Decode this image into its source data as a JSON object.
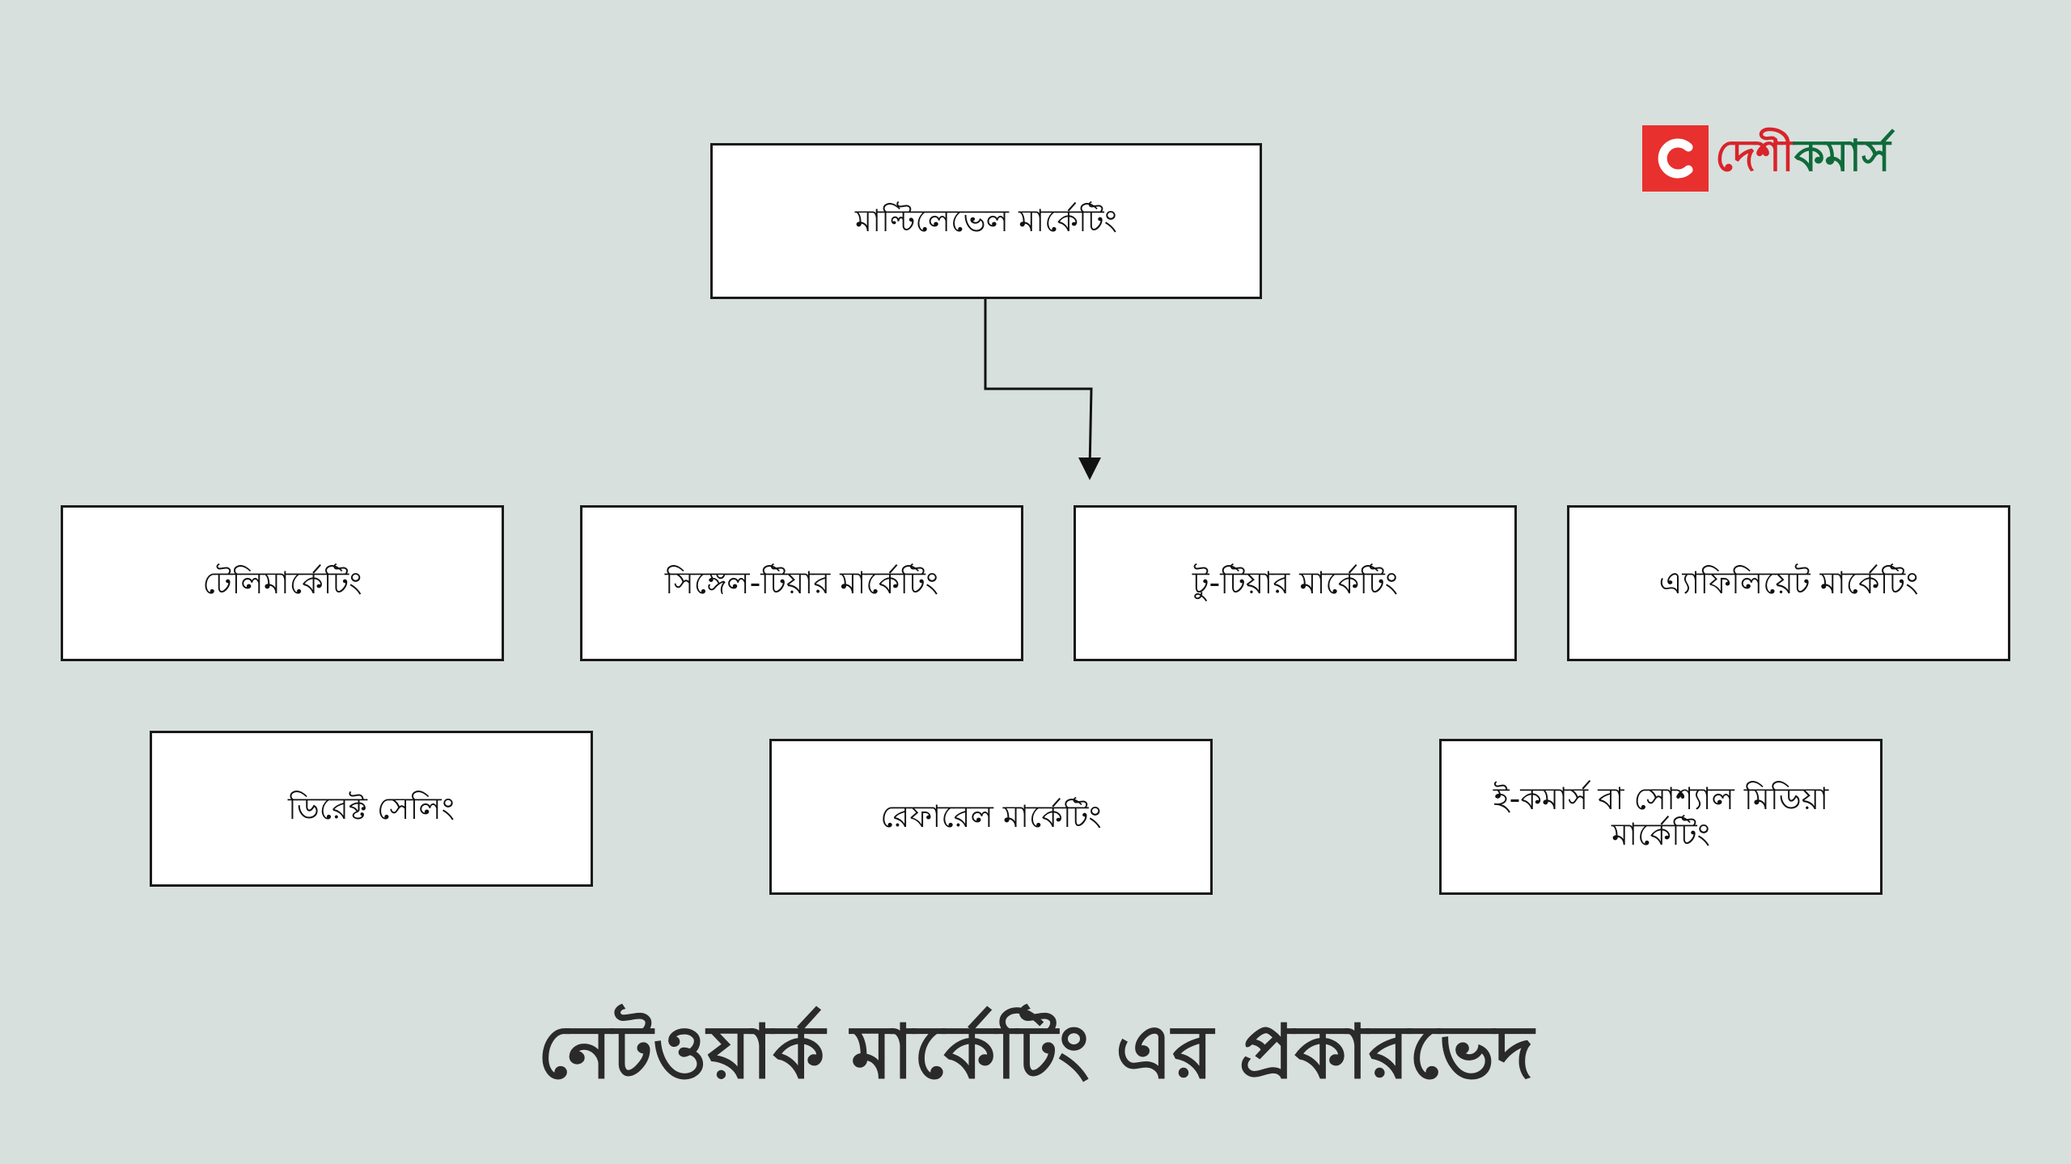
{
  "diagram": {
    "root": {
      "label": "মাল্টিলেভেল মার্কেটিং"
    },
    "row1": [
      {
        "label": "টেলিমার্কেটিং"
      },
      {
        "label": "সিঙ্গেল-টিয়ার মার্কেটিং"
      },
      {
        "label": "টু-টিয়ার মার্কেটিং"
      },
      {
        "label": "এ্যাফিলিয়েট মার্কেটিং"
      }
    ],
    "row2": [
      {
        "label": "ডিরেক্ট সেলিং"
      },
      {
        "label": "রেফারেল মার্কেটিং"
      },
      {
        "label": "ই-কমার্স বা সোশ্যাল মিডিয়া মার্কেটিং"
      }
    ]
  },
  "logo": {
    "part1": "দেশী",
    "part2": "কমার্স",
    "colors": {
      "mark": "#e8302e",
      "part1": "#d8242a",
      "part2": "#0f6b3a"
    }
  },
  "title": "নেটওয়ার্ক মার্কেটিং এর প্রকারভেদ",
  "colors": {
    "background": "#d8e0dd",
    "box": "#ffffff",
    "border": "#1a1a1a"
  }
}
